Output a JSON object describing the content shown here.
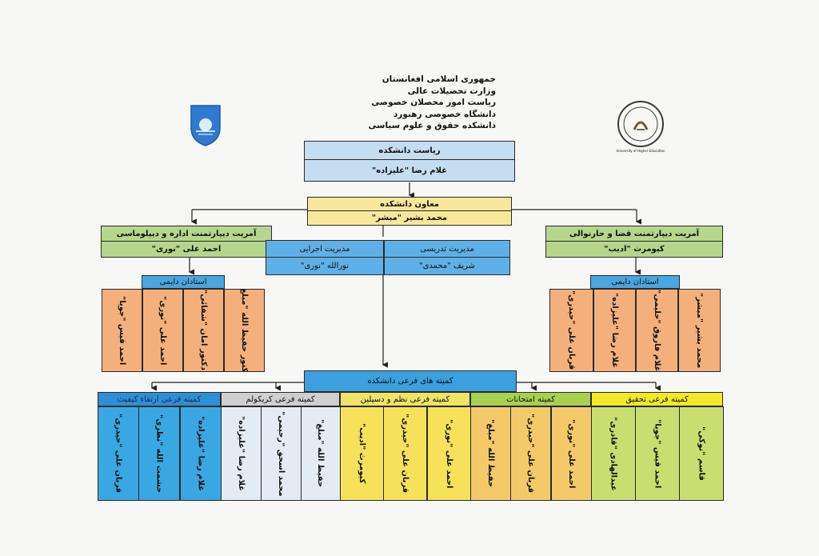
{
  "header": [
    "جمهوری اسلامی افغانستان",
    "وزارت تحصیلات عالی",
    "ریاست امور محصلان خصوصی",
    "دانشگاه خصوصی رهنورد",
    "دانشکده حقوق و علوم سیاسی"
  ],
  "right_logo_caption": "University of Higher Education",
  "dean": {
    "title": "ریاست دانشکده",
    "name": "غلام رضا \"علیزاده\""
  },
  "deputy": {
    "title": "معاون دانشکده",
    "name": "محمد بشیر \"مبشر\""
  },
  "left_dept": {
    "title": "آمریت دیپارتمنت اداره و دیپلوماسی",
    "name": "احمد علی \"نوری\""
  },
  "right_dept": {
    "title": "آمریت دیپارتمنت قضا و حارنوالی",
    "name": "کیومرث \"ادیب\""
  },
  "exec_mgmt": {
    "title": "مدیریت اجرایی",
    "name": "نورالله \"نوری\""
  },
  "teach_mgmt": {
    "title": "مدیریت تدریسی",
    "name": "شریف \"محمدی\""
  },
  "left_faculty": {
    "title": "استادان دایمی",
    "members": [
      "دکتور حفیظ الله \"مبلغ\"",
      "دکتور امان \"شفائی\"",
      "احمد علی \"نوری\"",
      "احمد قیس \"جویا\""
    ]
  },
  "right_faculty": {
    "title": "استادان دایمی",
    "members": [
      "محمد بشیر \"مبشر\"",
      "غلام فاروق \"حلیمی\"",
      "غلام رضا \"علیزاده\"",
      "قربان علی \"حیدری\""
    ]
  },
  "subcommittees": {
    "title": "کمیته های فرعی دانشکده",
    "items": [
      {
        "title": "کمیته فرعی تحقیق",
        "members": [
          "قاسم \"نوکی\"",
          "احمد قیس \"جویا\"",
          "عبدالهادی \"قادری\""
        ]
      },
      {
        "title": "کمیته امتحانات",
        "members": [
          "احمد علی \"نوری\"",
          "قربان علی \"حیدری\"",
          "حفیظ الله \"مبلغ\""
        ]
      },
      {
        "title": "کمیته فرعی نظم و دسپلین",
        "members": [
          "احمد علی \"نوری\"",
          "قربان علی \"حیدری\"",
          "کیومرث \"ادیب\""
        ]
      },
      {
        "title": "کمیته فرعی کریکولم",
        "members": [
          "حفیظ الله \"مبلغ\"",
          "محمد اسحق \"رحیمی\"",
          "غلام رضا \"علیزاده\""
        ]
      },
      {
        "title": "کمیته فرعی ارتقاء کیفیت",
        "members": [
          "غلام رضا \"علیزاده\"",
          "حشمت الله \"نظری\"",
          "قربان علی \"حیدری\""
        ]
      }
    ]
  },
  "colors": {
    "dean": "#c5ddf1",
    "deputy": "#f7e79a",
    "dept": "#b5d68c",
    "mgmt": "#5fb0e6",
    "faculty_title": "#4aa6e0",
    "faculty_cell": "#f4b07c",
    "sub_title": "#3c9fde",
    "committees": [
      "#f3e92a",
      "#a8d152",
      "#efe466",
      "#cfcfcf",
      "#2f8fd5"
    ],
    "committee_cells": [
      "#c9de71",
      "#f4c96a",
      "#f6e25a",
      "#e3ebf4",
      "#3aa7e3"
    ]
  }
}
